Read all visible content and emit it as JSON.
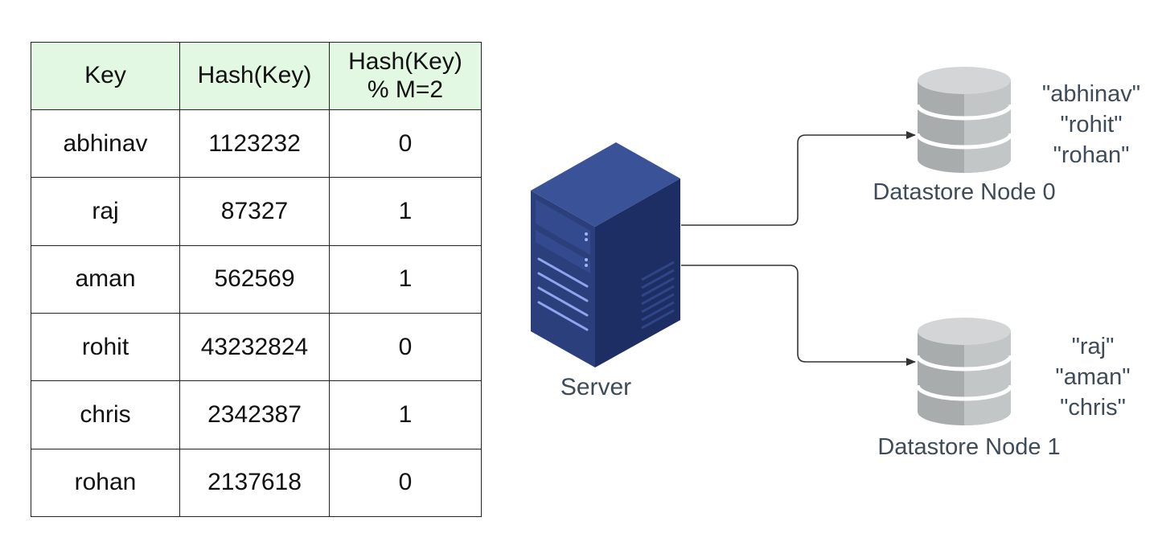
{
  "table": {
    "headers": [
      "Key",
      "Hash(Key)",
      "Hash(Key)\n% M=2"
    ],
    "rows": [
      [
        "abhinav",
        "1123232",
        "0"
      ],
      [
        "raj",
        "87327",
        "1"
      ],
      [
        "aman",
        "562569",
        "1"
      ],
      [
        "rohit",
        "43232824",
        "0"
      ],
      [
        "chris",
        "2342387",
        "1"
      ],
      [
        "rohan",
        "2137618",
        "0"
      ]
    ],
    "header_bg": "#e3f8e3"
  },
  "server": {
    "label": "Server",
    "icon": "server-tower-icon",
    "color": "#2b3f7c"
  },
  "nodes": [
    {
      "label": "Datastore Node 0",
      "keys": [
        "\"abhinav\"",
        "\"rohit\"",
        "\"rohan\""
      ],
      "icon": "database-cylinder-icon"
    },
    {
      "label": "Datastore Node 1",
      "keys": [
        "\"raj\"",
        "\"aman\"",
        "\"chris\""
      ],
      "icon": "database-cylinder-icon"
    }
  ],
  "colors": {
    "label_text": "#3f4b58",
    "connector": "#333333",
    "database": "#b9bcbd"
  }
}
